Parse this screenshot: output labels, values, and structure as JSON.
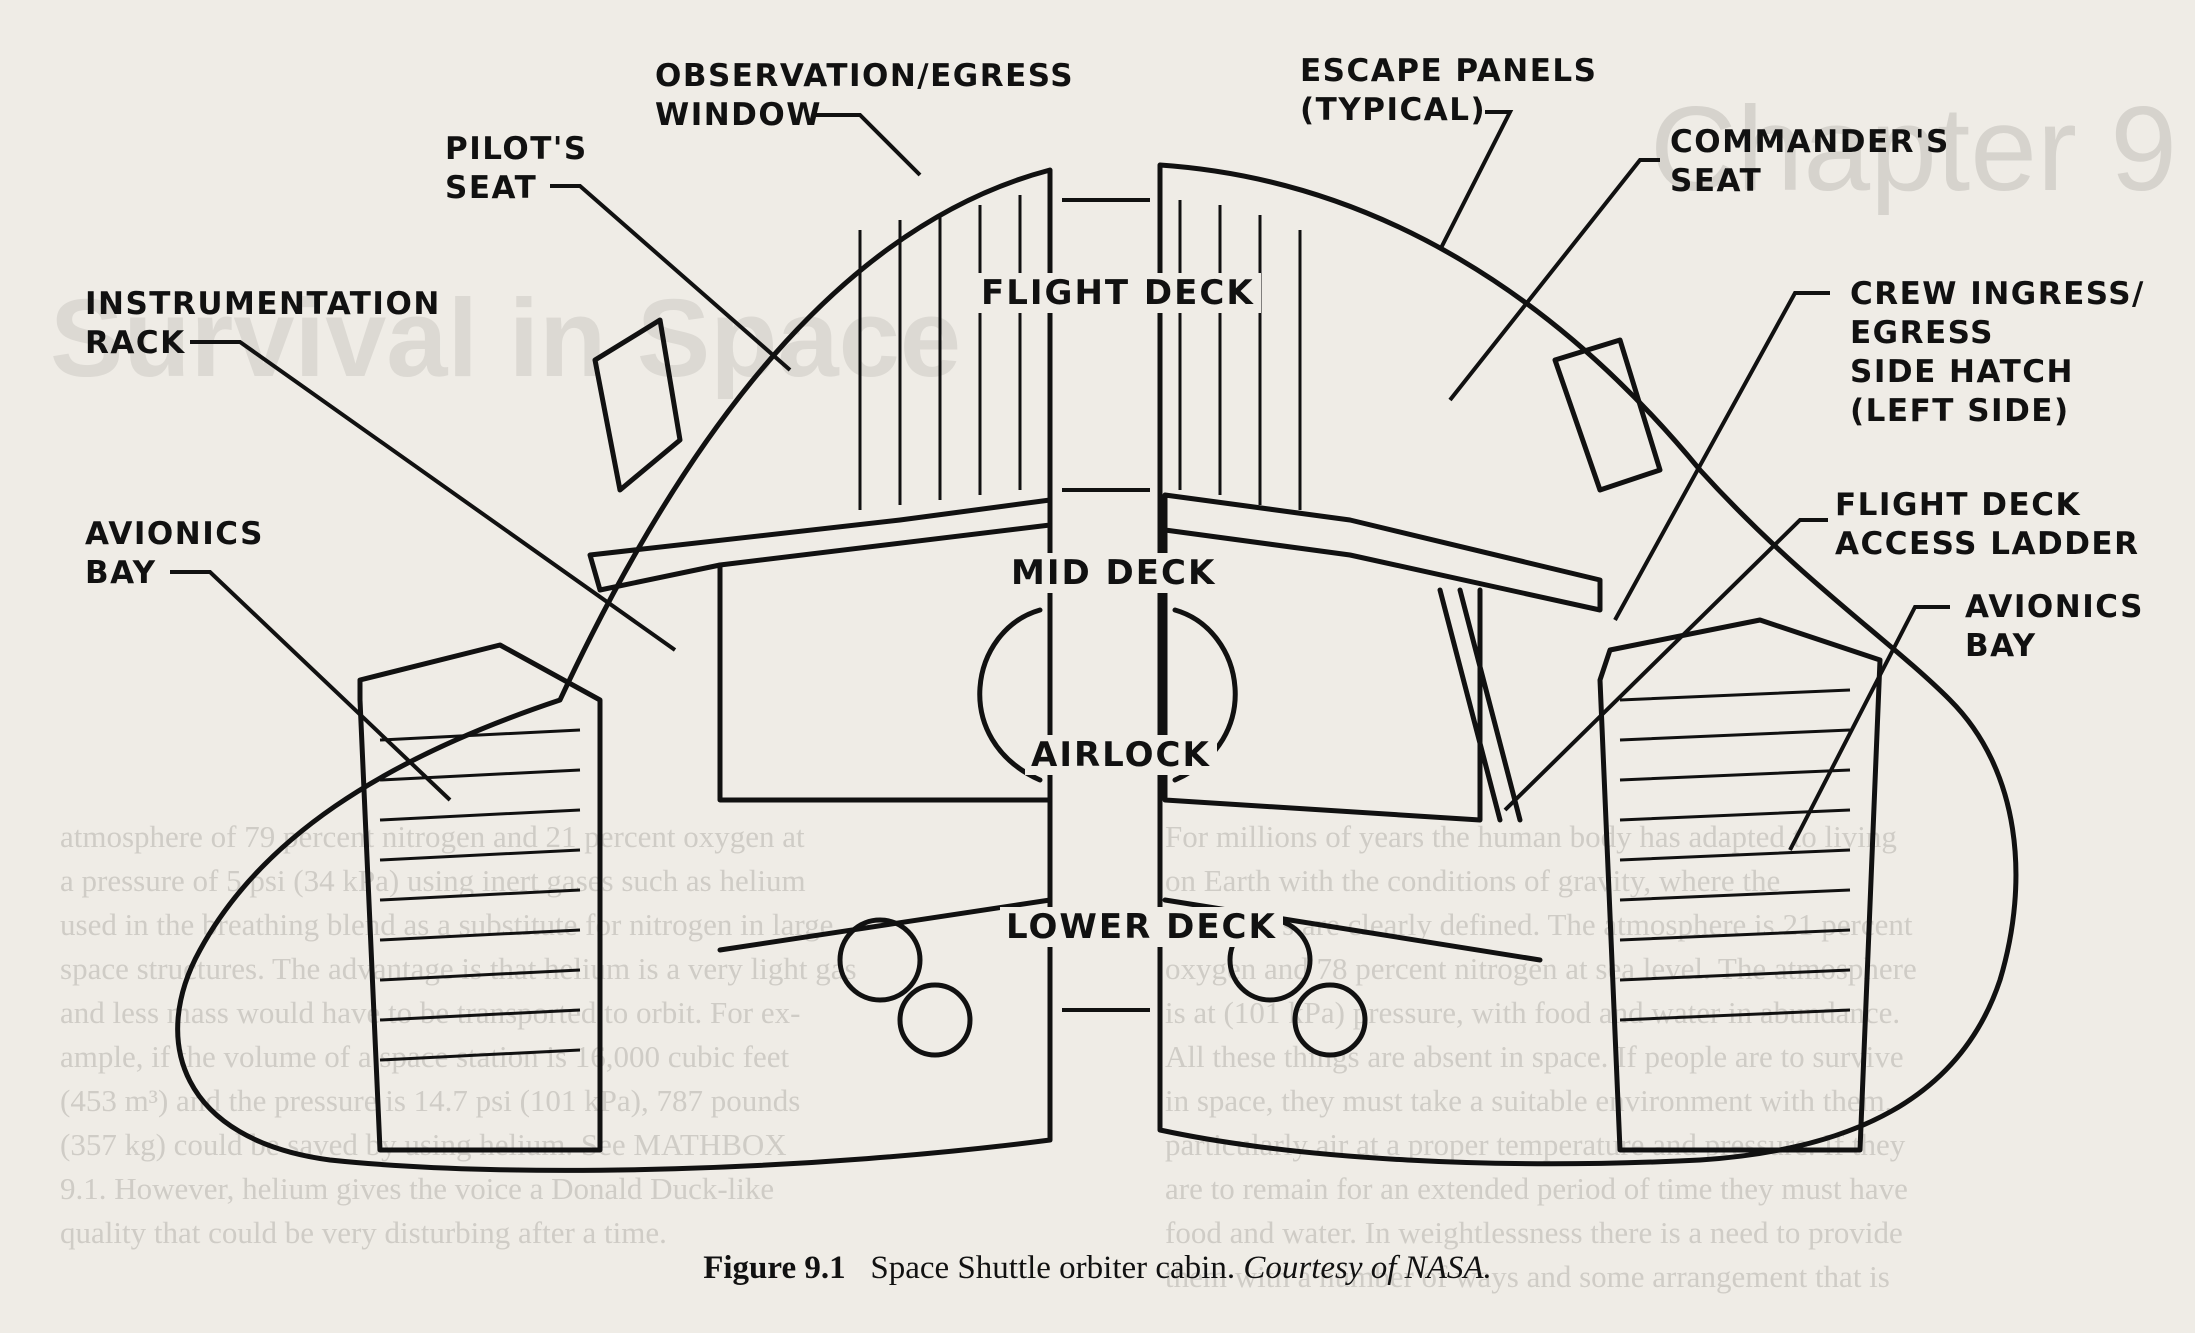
{
  "labels": {
    "observation_window": "OBSERVATION/EGRESS\nWINDOW",
    "escape_panels": "ESCAPE PANELS\n(TYPICAL)",
    "pilots_seat": "PILOT'S\nSEAT",
    "commanders_seat": "COMMANDER'S\nSEAT",
    "instrumentation_rack": "INSTRUMENTATION\nRACK",
    "crew_ingress": "CREW INGRESS/\nEGRESS\nSIDE HATCH\n(LEFT SIDE)",
    "avionics_bay_left": "AVIONICS\nBAY",
    "flight_deck_access_ladder": "FLIGHT DECK\nACCESS LADDER",
    "avionics_bay_right": "AVIONICS\nBAY"
  },
  "decks": {
    "flight": "FLIGHT DECK",
    "mid": "MID DECK",
    "airlock": "AIRLOCK",
    "lower": "LOWER DECK"
  },
  "background": {
    "chapter": "Chapter 9",
    "heading": "Survival in Space",
    "text_left": [
      "atmosphere of 79 percent nitrogen and 21 percent oxygen at",
      "a pressure of 5 psi (34 kPa) using inert gases such as helium",
      "used in the breathing blend as a substitute for nitrogen in large",
      "space structures. The advantage is that helium is a very light gas",
      "and less mass would have to be transported to orbit. For ex-",
      "ample, if the volume of a space station is 16,000 cubic feet",
      "(453 m³) and the pressure is 14.7 psi (101 kPa), 787 pounds",
      "(357 kg) could be saved by using helium. See MATHBOX",
      "9.1. However, helium gives the voice a Donald Duck-like",
      "quality that could be very disturbing after a time."
    ],
    "text_right": [
      "For millions of years the human body has adapted to living",
      "on Earth with the conditions of gravity, where the",
      "conditions are clearly defined. The atmosphere is 21 percent",
      "oxygen and 78 percent nitrogen at sea level. The atmosphere",
      "is at (101 kPa) pressure, with food and water in abundance.",
      "All these things are absent in space. If people are to survive",
      "in space, they must take a suitable environment with them,",
      "particularly air at a proper temperature and pressure. If they",
      "are to remain for an extended period of time they must have",
      "food and water. In weightlessness there is a need to provide",
      "them with a number of ways and some arrangement that is"
    ]
  },
  "caption": {
    "label": "Figure 9.1",
    "text": "Space Shuttle orbiter cabin.",
    "credit": "Courtesy of NASA."
  }
}
